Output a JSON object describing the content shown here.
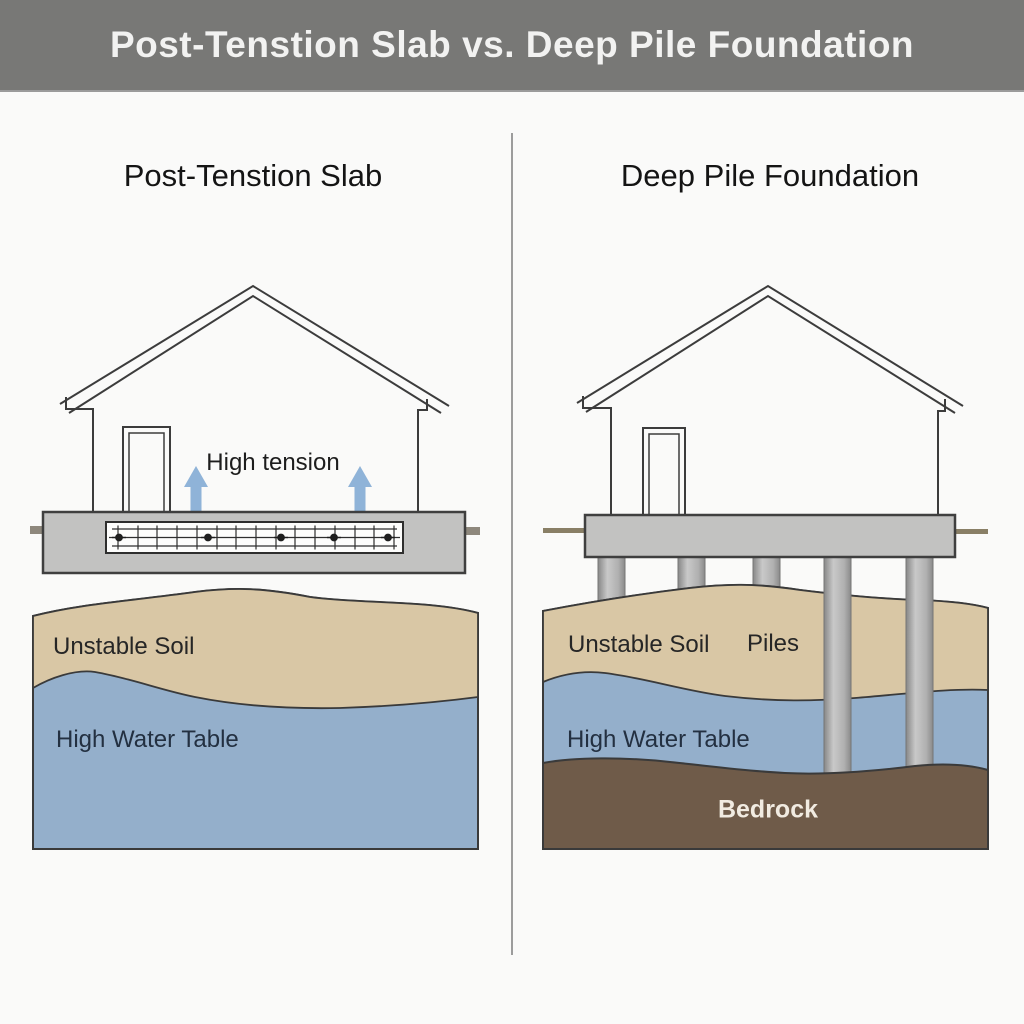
{
  "header": {
    "title": "Post-Tenstion Slab vs. Deep Pile Foundation"
  },
  "left_panel": {
    "title": "Post-Tenstion Slab",
    "tension_label": "High tension",
    "soil_label": "Unstable Soil",
    "water_label": "High Water Table"
  },
  "right_panel": {
    "title": "Deep Pile Foundation",
    "soil_label": "Unstable Soil",
    "piles_label": "Piles",
    "water_label": "High Water Table",
    "bedrock_label": "Bedrock"
  },
  "colors": {
    "header_bg": "#787876",
    "header_text": "#f2f2f1",
    "soil_tan": "#d9c7a5",
    "water_blue": "#94afcb",
    "bedrock_brown": "#6f5b49",
    "slab_gray": "#c2c2c1",
    "pile_gray": "#ababab",
    "arrow_blue": "#8fb3d8",
    "ground_line_brown": "#897f66",
    "outline_dark": "#3c3c3c",
    "divider_gray": "#9c9c9c"
  }
}
